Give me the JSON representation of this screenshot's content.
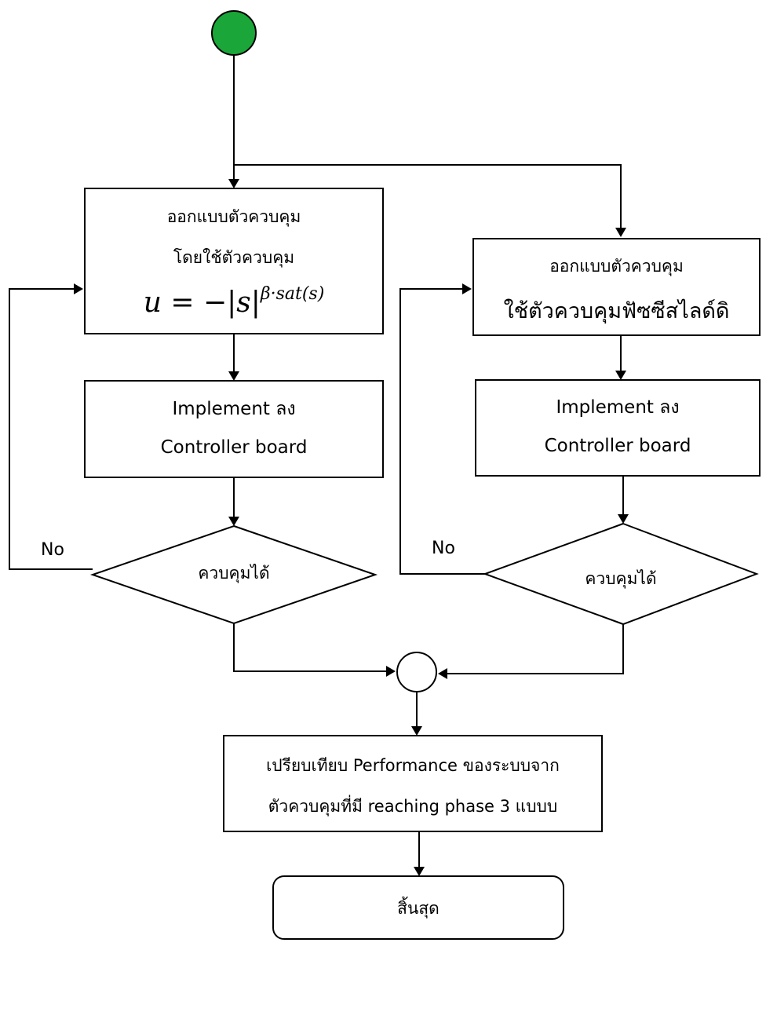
{
  "colors": {
    "start_node": "#1aa638",
    "line": "#000000"
  },
  "left_branch": {
    "design_title": "ออกแบบตัวควบคุม",
    "design_subtitle": "โดยใช้ตัวควบคุม",
    "formula": {
      "u": "u",
      "equals_minus": " = −",
      "abs_s": "|s|",
      "exponent": "β·sat(s)"
    },
    "implement_line1": "Implement ลง",
    "implement_line2": "Controller board",
    "decision": "ควบคุมได้",
    "no_label": "No"
  },
  "right_branch": {
    "design_title": "ออกแบบตัวควบคุม",
    "design_subtitle": "ใช้ตัวควบคุมฟัซซีสไลด์ดิ",
    "implement_line1": "Implement ลง",
    "implement_line2": "Controller board",
    "decision": "ควบคุมได้",
    "no_label": "No"
  },
  "compare": {
    "line1": "เปรียบเทียบ Performance ของระบบจาก",
    "line2": "ตัวควบคุมที่มี reaching phase 3 แบบบ"
  },
  "end": {
    "label": "สิ้นสุด"
  }
}
